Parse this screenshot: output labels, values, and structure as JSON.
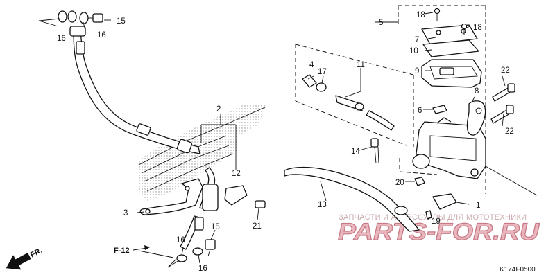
{
  "diagram": {
    "callouts": {
      "c1": "1",
      "c2": "2",
      "c3": "3",
      "c4": "4",
      "c5": "5",
      "c6": "6",
      "c7": "7",
      "c8": "8",
      "c9": "9",
      "c10": "10",
      "c11": "11",
      "c12": "12",
      "c13": "13",
      "c14": "14",
      "c15a": "15",
      "c15b": "15",
      "c16a": "16",
      "c16b": "16",
      "c16c": "16",
      "c16d": "16",
      "c17": "17",
      "c18a": "18",
      "c18b": "18",
      "c19": "19",
      "c20": "20",
      "c21": "21",
      "c22a": "22",
      "c22b": "22"
    },
    "ref_label": "F-12",
    "direction_label": "FR.",
    "figure_code": "K174F0500"
  },
  "watermark": {
    "tagline": "ЗАПЧАСТИ И АКСЕССУАРЫ ДЛЯ МОТОТЕХНИКИ",
    "logo": "PARTS-FOR.RU"
  }
}
